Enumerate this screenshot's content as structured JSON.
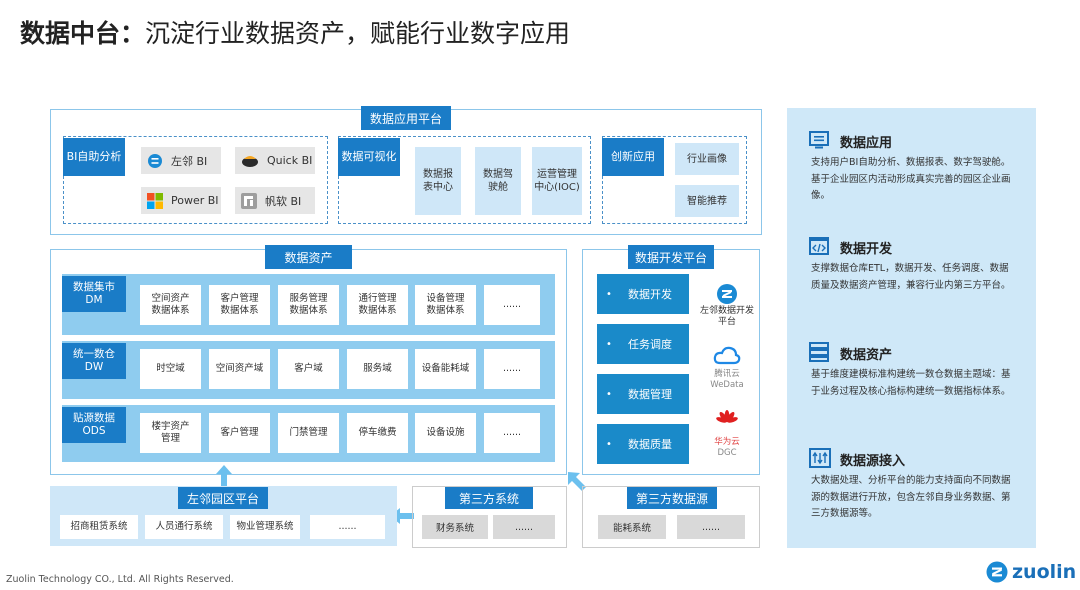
{
  "title": {
    "bold": "数据中台",
    "colon": "：",
    "rest": "沉淀行业数据资产，赋能行业数字应用"
  },
  "app_platform": {
    "header": "数据应用平台",
    "bi": {
      "tag": "BI自助分析",
      "tools": [
        "左邻 BI",
        "Quick BI",
        "Power BI",
        "帆软 BI"
      ]
    },
    "vis": {
      "tag": "数据可视化",
      "items": [
        "数据报表中心",
        "数据驾驶舱",
        "运营管理中心(IOC)"
      ]
    },
    "innov": {
      "tag": "创新应用",
      "items": [
        "行业画像",
        "智能推荐"
      ]
    }
  },
  "assets": {
    "header": "数据资产",
    "rows": [
      {
        "tag": "数据集市\nDM",
        "cells": [
          "空间资产\n数据体系",
          "客户管理\n数据体系",
          "服务管理\n数据体系",
          "通行管理\n数据体系",
          "设备管理\n数据体系",
          "......"
        ]
      },
      {
        "tag": "统一数仓\nDW",
        "cells": [
          "时空域",
          "空间资产域",
          "客户域",
          "服务域",
          "设备能耗域",
          "......"
        ]
      },
      {
        "tag": "贴源数据\nODS",
        "cells": [
          "楼宇资产\n管理",
          "客户管理",
          "门禁管理",
          "停车缴费",
          "设备设施",
          "......"
        ]
      }
    ]
  },
  "dev_platform": {
    "header": "数据开发平台",
    "items": [
      "数据开发",
      "任务调度",
      "数据管理",
      "数据质量"
    ],
    "dot": "•",
    "vendors": [
      {
        "name": "左邻数据开发平台",
        "sub": ""
      },
      {
        "name": "腾讯云",
        "sub": "WeData"
      },
      {
        "name": "华为云",
        "sub": "DGC"
      }
    ]
  },
  "park": {
    "header": "左邻园区平台",
    "cells": [
      "招商租赁系统",
      "人员通行系统",
      "物业管理系统",
      "......"
    ]
  },
  "third_sys": {
    "header": "第三方系统",
    "cells": [
      "财务系统",
      "......"
    ]
  },
  "third_src": {
    "header": "第三方数据源",
    "cells": [
      "能耗系统",
      "......"
    ]
  },
  "panel": [
    {
      "icon": "data-app-icon",
      "title": "数据应用",
      "text": "支持用户BI自助分析、数据报表、数字驾驶舱。基于企业园区内活动形成真实完善的园区企业画像。"
    },
    {
      "icon": "data-dev-icon",
      "title": "数据开发",
      "text": "支撑数据仓库ETL，数据开发、任务调度、数据质量及数据资产管理，兼容行业内第三方平台。"
    },
    {
      "icon": "data-asset-icon",
      "title": "数据资产",
      "text": "基于维度建模标准构建统一数仓数据主题域：基于业务过程及核心指标构建统一数据指标体系。"
    },
    {
      "icon": "data-source-icon",
      "title": "数据源接入",
      "text": "大数据处理、分析平台的能力支持面向不同数据源的数据进行开放，包含左邻自身业务数据、第三方数据源等。"
    }
  ],
  "footer": {
    "copyright": "Zuolin Technology CO., Ltd. All Rights Reserved.",
    "logo": "zuolin"
  },
  "colors": {
    "primary": "#1a7cc7",
    "light": "#cfe7f8",
    "row": "#8fccef",
    "panel": "#cfe8f8"
  }
}
